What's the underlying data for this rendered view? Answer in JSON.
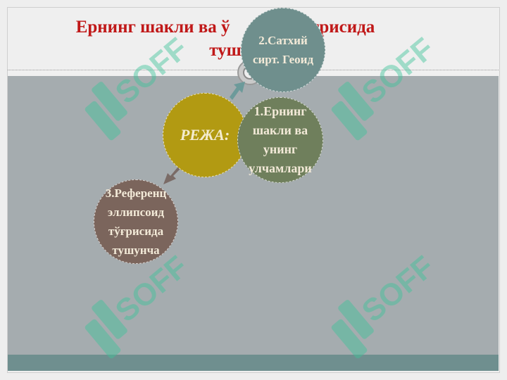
{
  "slide": {
    "title": "Ернинг шакли ва ўлчамлари тўғрисида тушунча",
    "title_visible_line1": "Ернинг шакли ва ў",
    "title_visible_line1_end": "и тўғрисида",
    "title_visible_line2": "туш"
  },
  "diagram": {
    "center_label": "РЕЖА:",
    "item1_label": "1.Ернинг шакли ва унинг улчамлари",
    "item2_label": "2.Сатхий сирт. Геоид",
    "item3_label": "3.Референц эллипсоид тўғрисида тушунча"
  },
  "watermark": {
    "text": "SOFF"
  },
  "colors": {
    "title": "#c01818",
    "center": "#b29a12",
    "item1": "#6f7f5c",
    "item2": "#6f8f8d",
    "item3": "#7b655c",
    "content_band": "#a5acaf",
    "footer_band": "#6f8f8f",
    "watermark": "#3fc49a"
  }
}
